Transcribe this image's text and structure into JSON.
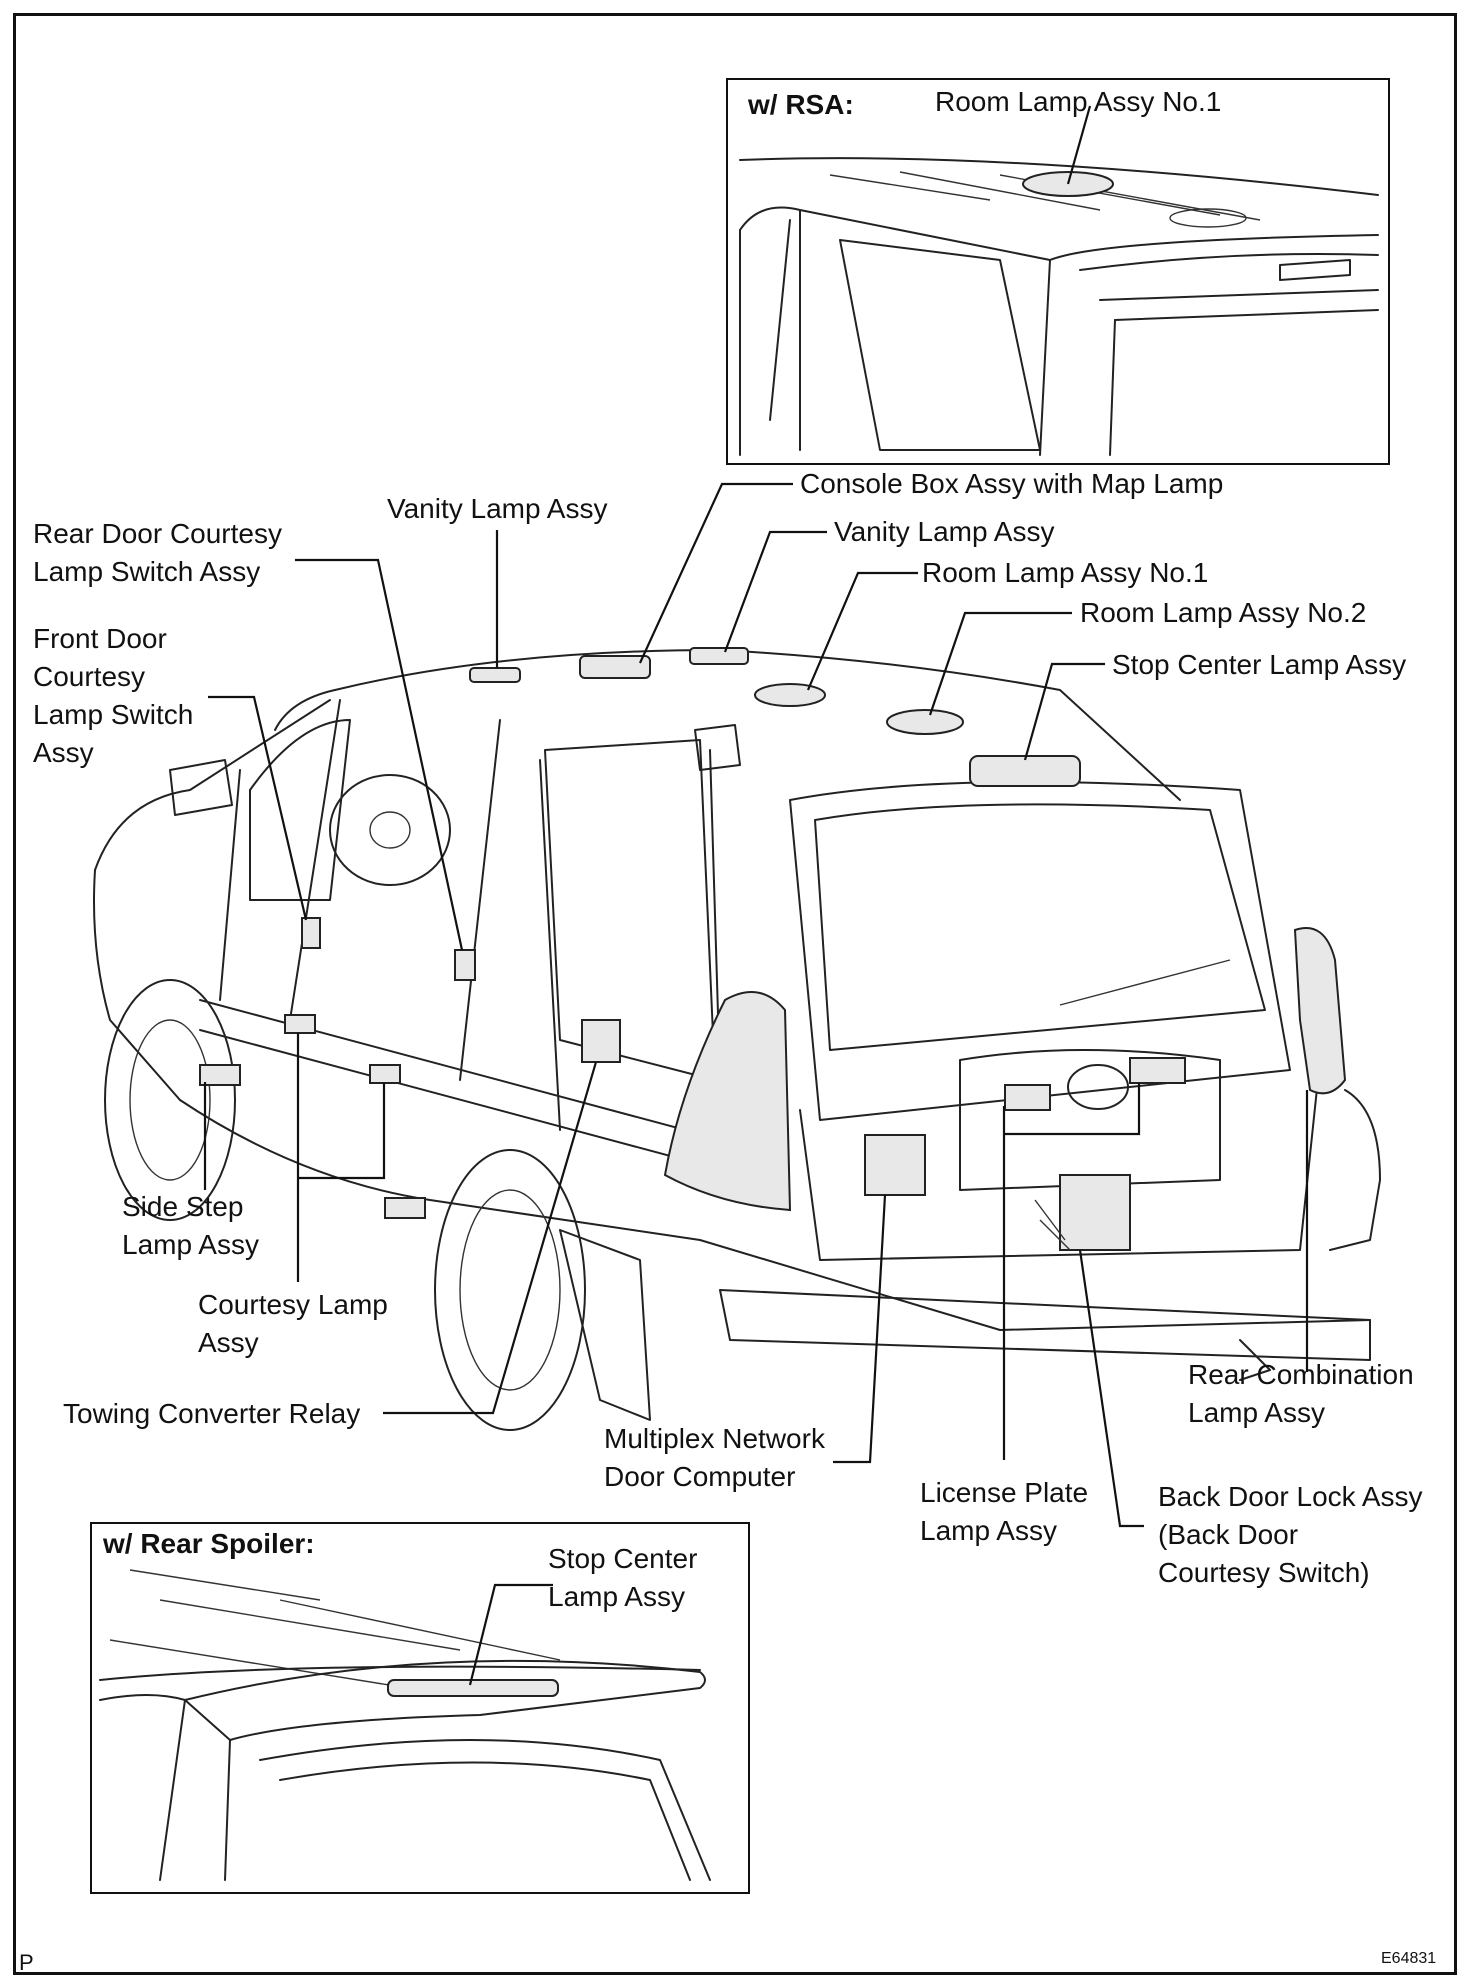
{
  "insets": {
    "rsa": {
      "title": "w/ RSA:",
      "label": "Room Lamp Assy No.1"
    },
    "rear_spoiler": {
      "title": "w/ Rear Spoiler:",
      "label": "Stop Center\nLamp Assy"
    }
  },
  "labels": {
    "console_box": "Console Box Assy with Map Lamp",
    "vanity_left": "Vanity Lamp Assy",
    "vanity_right": "Vanity Lamp Assy",
    "room_lamp_1": "Room Lamp Assy No.1",
    "room_lamp_2": "Room Lamp Assy No.2",
    "stop_center": "Stop Center Lamp Assy",
    "rear_door_courtesy_switch": "Rear Door Courtesy\nLamp Switch Assy",
    "front_door_courtesy_switch": "Front Door\nCourtesy\nLamp Switch\nAssy",
    "side_step": "Side Step\nLamp Assy",
    "courtesy_lamp": "Courtesy Lamp\nAssy",
    "towing_converter": "Towing Converter Relay",
    "multiplex": "Multiplex Network\nDoor Computer",
    "license_plate": "License Plate\nLamp Assy",
    "back_door_lock": "Back Door Lock Assy\n(Back Door\nCourtesy Switch)",
    "rear_combination": "Rear Combination\nLamp Assy"
  },
  "corner": {
    "left": "P",
    "right": "E64831"
  }
}
